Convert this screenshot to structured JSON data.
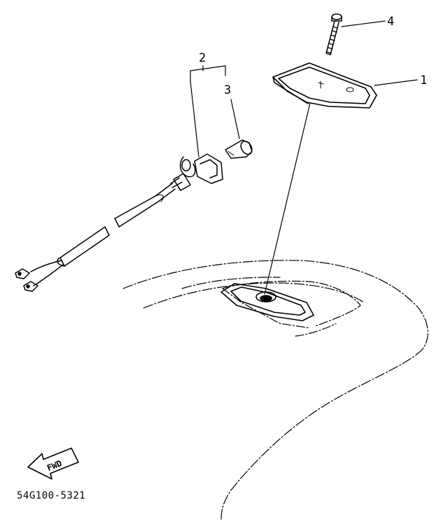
{
  "diagram": {
    "callouts": {
      "part_1": "1",
      "part_2": "2",
      "part_3": "3",
      "part_4": "4"
    },
    "direction_label": "FWD",
    "part_number": "54G100-5321"
  },
  "icons": {
    "forward_arrow": "fwd-arrow-icon"
  },
  "colors": {
    "ink": "#000000",
    "background": "#ffffff"
  }
}
